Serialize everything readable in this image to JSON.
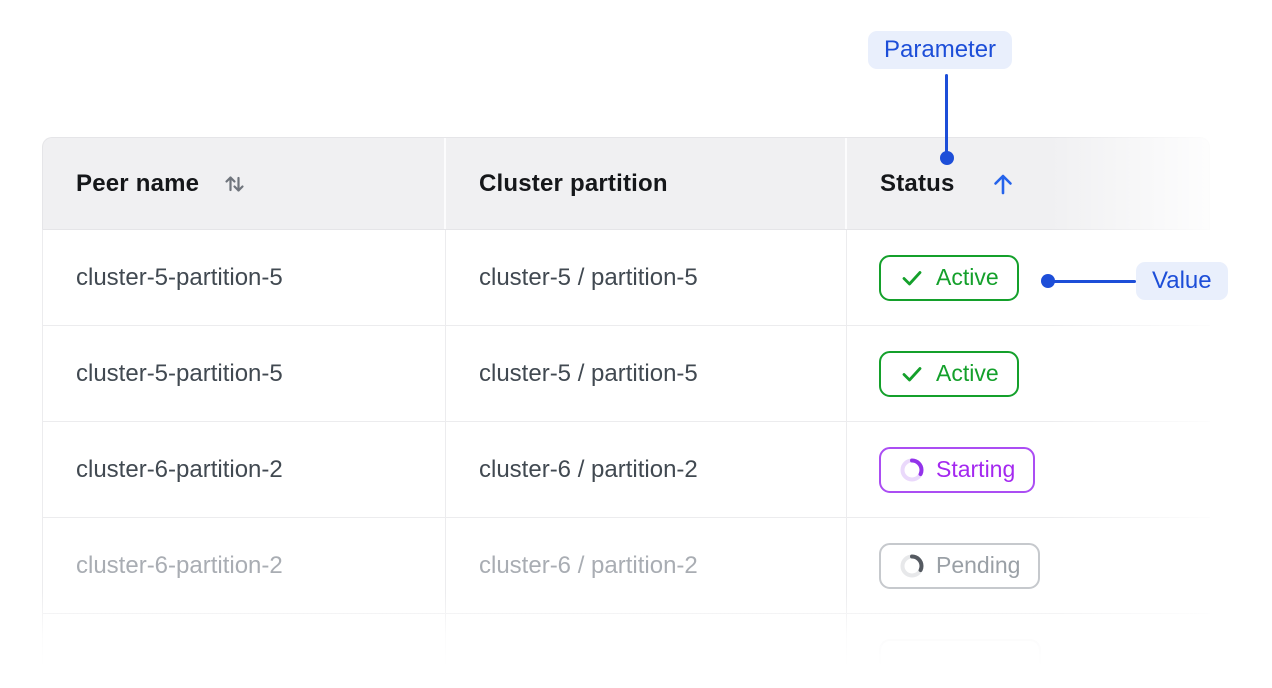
{
  "annotations": {
    "parameter_label": "Parameter",
    "value_label": "Value",
    "accent_color": "#1d4ed8",
    "chip_bg": "#e9effc"
  },
  "table": {
    "columns": [
      {
        "label": "Peer name",
        "sort": "both"
      },
      {
        "label": "Cluster partition",
        "sort": "none"
      },
      {
        "label": "Status",
        "sort": "asc"
      }
    ],
    "rows": [
      {
        "peer_name": "cluster-5-partition-5",
        "cluster_partition": "cluster-5 / partition-5",
        "status": "Active",
        "state": "active",
        "muted": false
      },
      {
        "peer_name": "cluster-5-partition-5",
        "cluster_partition": "cluster-5 / partition-5",
        "status": "Active",
        "state": "active",
        "muted": false
      },
      {
        "peer_name": "cluster-6-partition-2",
        "cluster_partition": "cluster-6 / partition-2",
        "status": "Starting",
        "state": "starting",
        "muted": false
      },
      {
        "peer_name": "cluster-6-partition-2",
        "cluster_partition": "cluster-6 / partition-2",
        "status": "Pending",
        "state": "pending",
        "muted": true
      },
      {
        "peer_name": "",
        "cluster_partition": "",
        "status": "",
        "state": "faded",
        "muted": true
      }
    ],
    "status_colors": {
      "active": "#14a02b",
      "starting": "#a428f0",
      "pending": "#9aa0a6"
    },
    "header_bg": "#f0f0f2"
  }
}
